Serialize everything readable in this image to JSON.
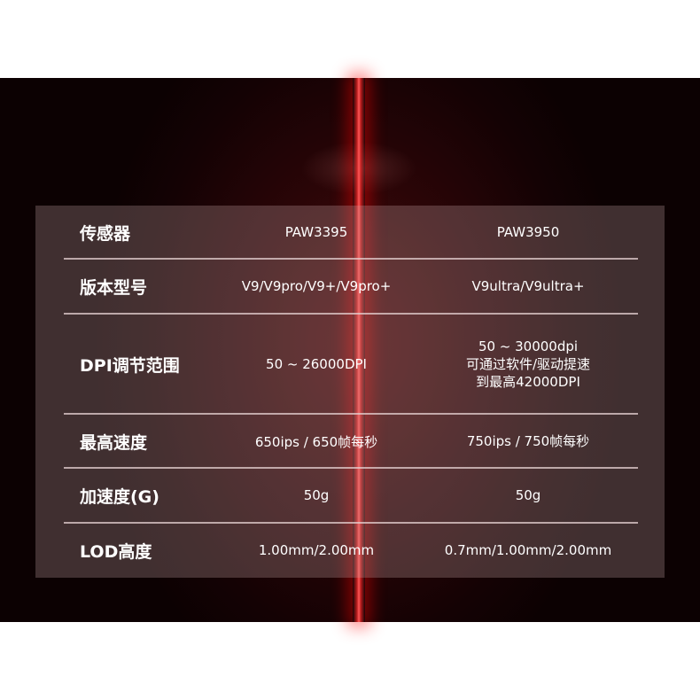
{
  "table": {
    "columns": [
      "PAW3395",
      "PAW3950"
    ],
    "rows": [
      {
        "label": "传感器",
        "a": "PAW3395",
        "b": "PAW3950"
      },
      {
        "label": "版本型号",
        "a": "V9/V9pro/V9+/V9pro+",
        "b": "V9ultra/V9ultra+"
      },
      {
        "label": "DPI调节范围",
        "a": "50 ~ 26000DPI",
        "b_lines": [
          "50 ~ 30000dpi",
          "可通过软件/驱动提速",
          "到最高42000DPI"
        ]
      },
      {
        "label": "最高速度",
        "a": "650ips / 650帧每秒",
        "b": "750ips / 750帧每秒"
      },
      {
        "label": "加速度(G)",
        "a": "50g",
        "b": "50g"
      },
      {
        "label": "LOD高度",
        "a": "1.00mm/2.00mm",
        "b": "0.7mm/1.00mm/2.00mm"
      }
    ]
  },
  "colors": {
    "laser": "#ff2a2a",
    "background": "#140204"
  }
}
